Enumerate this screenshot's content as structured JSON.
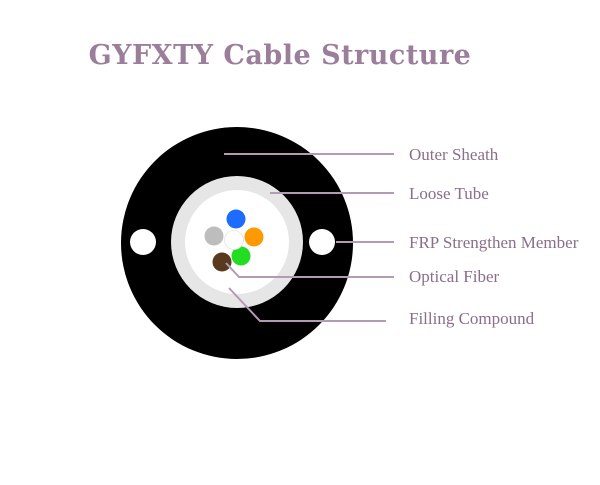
{
  "title": "GYFXTY Cable Structure",
  "colors": {
    "sheath": "#000000",
    "loose_tube": "#e6e6e6",
    "tube_core": "#ffffff",
    "leader_line": "#b49ab4",
    "label_text": "#8a6e8a",
    "title_text": "#9a7e9a"
  },
  "fibers": [
    {
      "name": "blue-fiber",
      "color": "#1e6bff"
    },
    {
      "name": "orange-fiber",
      "color": "#ff9900"
    },
    {
      "name": "green-fiber",
      "color": "#22dd22"
    },
    {
      "name": "brown-fiber",
      "color": "#5a3a1e"
    },
    {
      "name": "gray-fiber",
      "color": "#bdbdbd"
    },
    {
      "name": "white-fiber",
      "color": "#ffffff"
    }
  ],
  "labels": {
    "outer_sheath": "Outer Sheath",
    "loose_tube": "Loose Tube",
    "frp": "FRP Strengthen Member",
    "optical_fiber": "Optical Fiber",
    "filling_compound": "Filling Compound"
  }
}
